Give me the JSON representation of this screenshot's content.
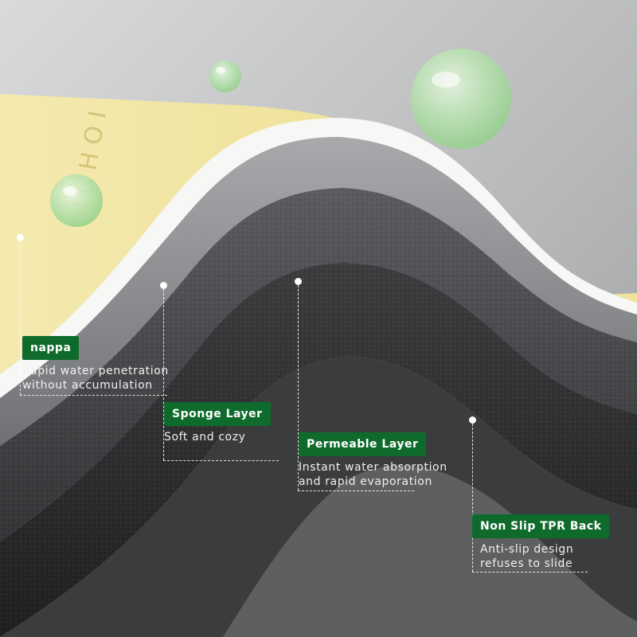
{
  "brand_text": "ICHOI",
  "layers": [
    {
      "title": "nappa",
      "lines": [
        "Rapid water penetration",
        "without accumulation"
      ]
    },
    {
      "title": "Sponge Layer",
      "lines": [
        "Soft and cozy"
      ]
    },
    {
      "title": "Permeable Layer",
      "lines": [
        "Instant water absorption",
        "and rapid evaporation"
      ]
    },
    {
      "title": "Non Slip TPR Back",
      "lines": [
        "Anti-slip design",
        "refuses to slide"
      ]
    }
  ],
  "colors": {
    "top_layer": "#f2e7a6",
    "white_edge": "#f7f7f5",
    "sponge_layer": "#8d8f92",
    "permeable_layer": "#4c4d50",
    "tpr_back": "#2b2c2e",
    "label_green": "#0f6b2c",
    "water_drop": "#b8e2b0"
  }
}
